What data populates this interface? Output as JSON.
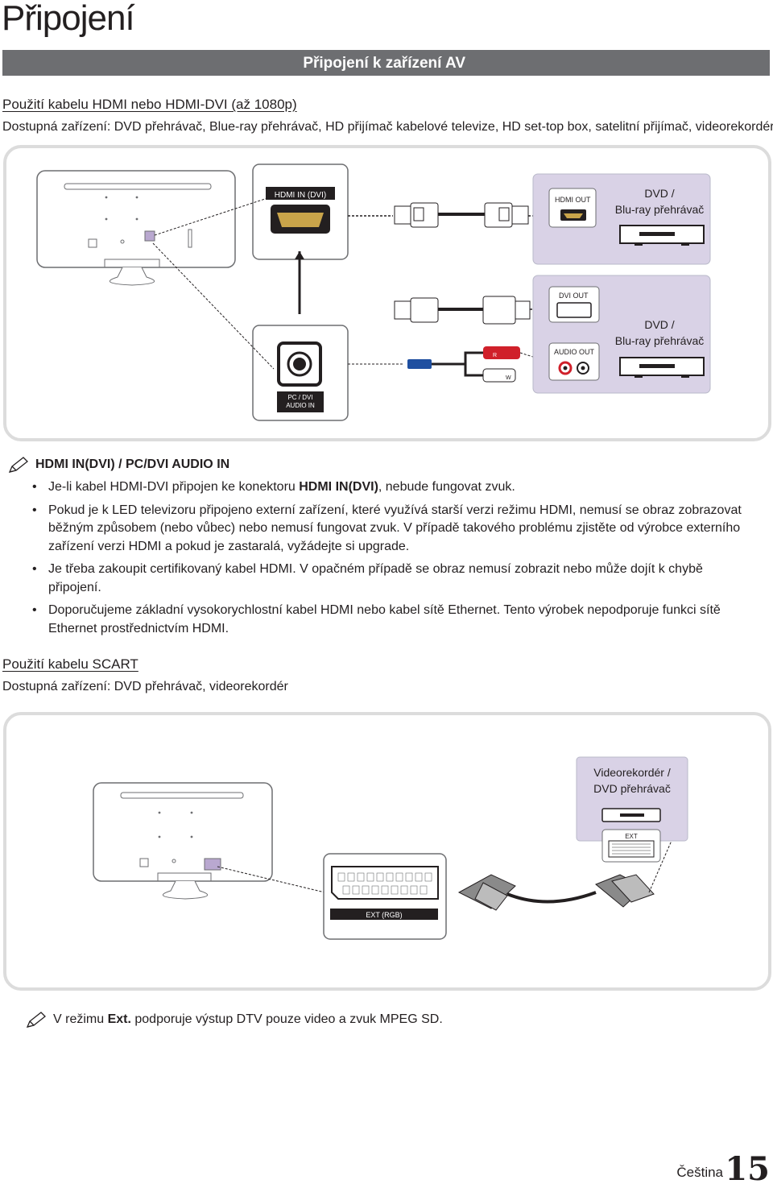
{
  "page": {
    "title": "Připojení",
    "section_bar": "Připojení k zařízení AV",
    "language": "Čeština",
    "page_number": "15"
  },
  "hdmi_section": {
    "heading": "Použití kabelu HDMI nebo HDMI-DVI (až 1080p)",
    "devices": "Dostupná zařízení: DVD přehrávač, Blue-ray přehrávač, HD přijímač kabelové televize, HD set-top box, satelitní přijímač, videorekordér",
    "diagram": {
      "tv_port_label": "HDMI IN (DVI)",
      "pc_audio_label_1": "PC / DVI",
      "pc_audio_label_2": "AUDIO IN",
      "device1_port": "HDMI OUT",
      "device1_name_1": "DVD /",
      "device1_name_2": "Blu-ray přehrávač",
      "device2_port_dvi": "DVI OUT",
      "device2_port_audio": "AUDIO OUT",
      "device2_name_1": "DVD /",
      "device2_name_2": "Blu-ray přehrávač",
      "plug_r": "R",
      "plug_w": "W"
    },
    "note_title": "HDMI IN(DVI) / PC/DVI AUDIO IN",
    "bullets": [
      {
        "pre": "Je-li kabel HDMI-DVI připojen ke konektoru ",
        "bold": "HDMI IN(DVI)",
        "post": ", nebude fungovat zvuk."
      },
      {
        "pre": "Pokud je k LED televizoru připojeno externí zařízení, které využívá starší verzi režimu HDMI, nemusí se obraz zobrazovat běžným způsobem (nebo vůbec) nebo nemusí fungovat zvuk. V případě takového problému zjistěte od výrobce externího zařízení verzi HDMI a pokud je zastaralá, vyžádejte si upgrade.",
        "bold": "",
        "post": ""
      },
      {
        "pre": "Je třeba zakoupit certifikovaný kabel HDMI. V opačném případě se obraz nemusí zobrazit nebo může dojít k chybě připojení.",
        "bold": "",
        "post": ""
      },
      {
        "pre": "Doporučujeme základní vysokorychlostní kabel HDMI nebo kabel sítě Ethernet. Tento výrobek nepodporuje funkci sítě Ethernet prostřednictvím HDMI.",
        "bold": "",
        "post": ""
      }
    ]
  },
  "scart_section": {
    "heading": "Použití kabelu SCART",
    "devices": "Dostupná zařízení: DVD přehrávač, videorekordér",
    "diagram": {
      "tv_port_label": "EXT (RGB)",
      "device_name_1": "Videorekordér /",
      "device_name_2": "DVD přehrávač",
      "device_port": "EXT"
    },
    "footer_note": {
      "pre": "V režimu ",
      "bold": "Ext.",
      "post": " podporuje výstup DTV pouze video a zvuk MPEG SD."
    }
  },
  "colors": {
    "title_bar": "#6d6e71",
    "device_panel": "#d9d2e6",
    "tv_port_highlight": "#b9a8d0",
    "cable_red": "#d0202a",
    "cable_blue": "#1f4fa0",
    "hdmi_gold": "#c9a44a"
  },
  "icons": [
    "pencil-icon",
    "dvd-player-icon",
    "tv-back-icon",
    "hdmi-connector-icon",
    "scart-connector-icon"
  ]
}
